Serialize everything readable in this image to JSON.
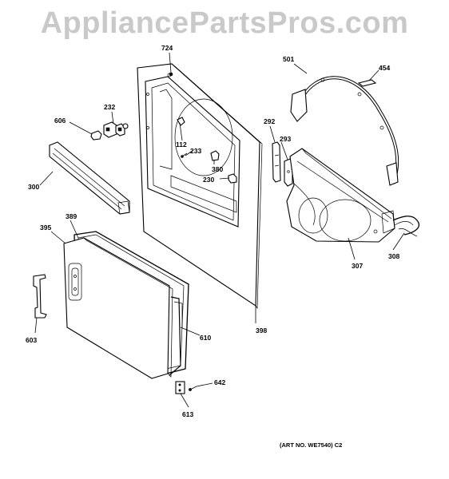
{
  "watermark": "AppliancePartsPros.com",
  "art_number": "(ART NO. WE7540) C2",
  "callouts": {
    "c724": "724",
    "c501": "501",
    "c454": "454",
    "c232": "232",
    "c606": "606",
    "c292": "292",
    "c112": "112",
    "c233": "233",
    "c293": "293",
    "c380": "380",
    "c230": "230",
    "c300": "300",
    "c389": "389",
    "c395": "395",
    "c307": "307",
    "c308": "308",
    "c603": "603",
    "c610": "610",
    "c398": "398",
    "c642": "642",
    "c613": "613"
  }
}
